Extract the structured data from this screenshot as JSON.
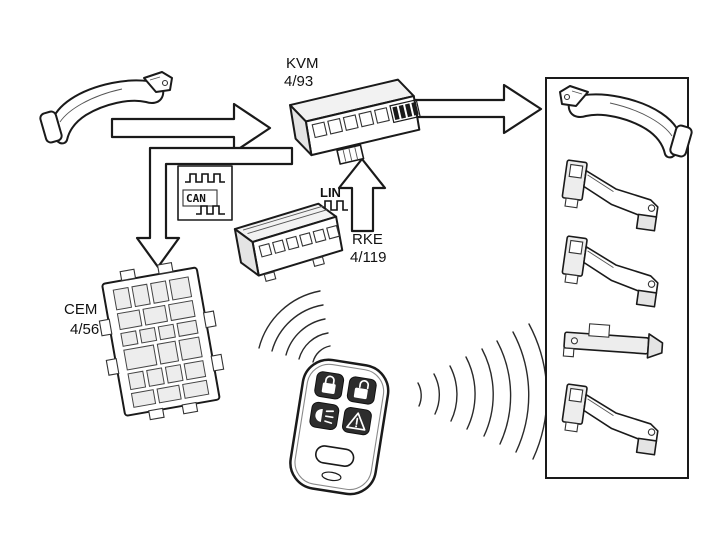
{
  "modules": {
    "kvm": {
      "name": "KVM",
      "id": "4/93"
    },
    "rke": {
      "name": "RKE",
      "id": "4/119"
    },
    "cem": {
      "name": "CEM",
      "id": "4/56"
    }
  },
  "buses": {
    "can": "CAN",
    "lin": "LIN"
  },
  "fob_buttons": [
    "lock",
    "unlock",
    "approach-light",
    "panic-alarm"
  ],
  "colors": {
    "line": "#1a1a1a",
    "background": "#ffffff",
    "module_shade": "#ececec",
    "fob_button": "#2d2d2d"
  }
}
